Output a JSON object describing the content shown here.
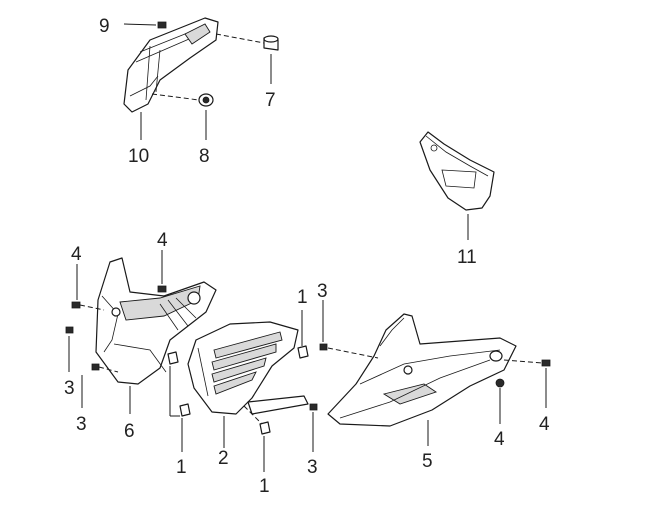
{
  "callouts": [
    {
      "id": "c9",
      "label": "9"
    },
    {
      "id": "c7",
      "label": "7"
    },
    {
      "id": "c10",
      "label": "10"
    },
    {
      "id": "c8",
      "label": "8"
    },
    {
      "id": "c11",
      "label": "11"
    },
    {
      "id": "c4a",
      "label": "4"
    },
    {
      "id": "c4b",
      "label": "4"
    },
    {
      "id": "c3a",
      "label": "3"
    },
    {
      "id": "c3b",
      "label": "3"
    },
    {
      "id": "c6",
      "label": "6"
    },
    {
      "id": "c1a",
      "label": "1"
    },
    {
      "id": "c3c",
      "label": "3"
    },
    {
      "id": "c1b",
      "label": "1"
    },
    {
      "id": "c2",
      "label": "2"
    },
    {
      "id": "c1c",
      "label": "1"
    },
    {
      "id": "c3d",
      "label": "3"
    },
    {
      "id": "c5",
      "label": "5"
    },
    {
      "id": "c4c",
      "label": "4"
    },
    {
      "id": "c4d",
      "label": "4"
    }
  ]
}
